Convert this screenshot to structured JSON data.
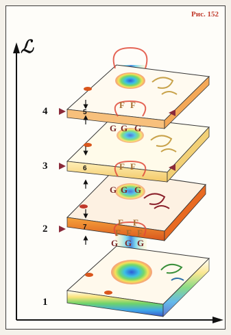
{
  "figure": {
    "label": "Рис. 152",
    "axis_symbol": "ℒ"
  },
  "levels": {
    "l1": "1",
    "l2": "2",
    "l3": "3",
    "l4": "4"
  },
  "gaps": {
    "g5": "5",
    "g6": "6",
    "g7": "7"
  },
  "letters": {
    "f": "F",
    "g": "G"
  },
  "colors": {
    "slab_top": "#fff6e0",
    "slab_orange": "#f07f2a",
    "slab_cream": "#fbe6b0",
    "vortex_cyan": "#44c6e8",
    "vortex_green": "#36b04a",
    "vortex_red": "#e04a3a",
    "accent_red": "#c0392b"
  }
}
